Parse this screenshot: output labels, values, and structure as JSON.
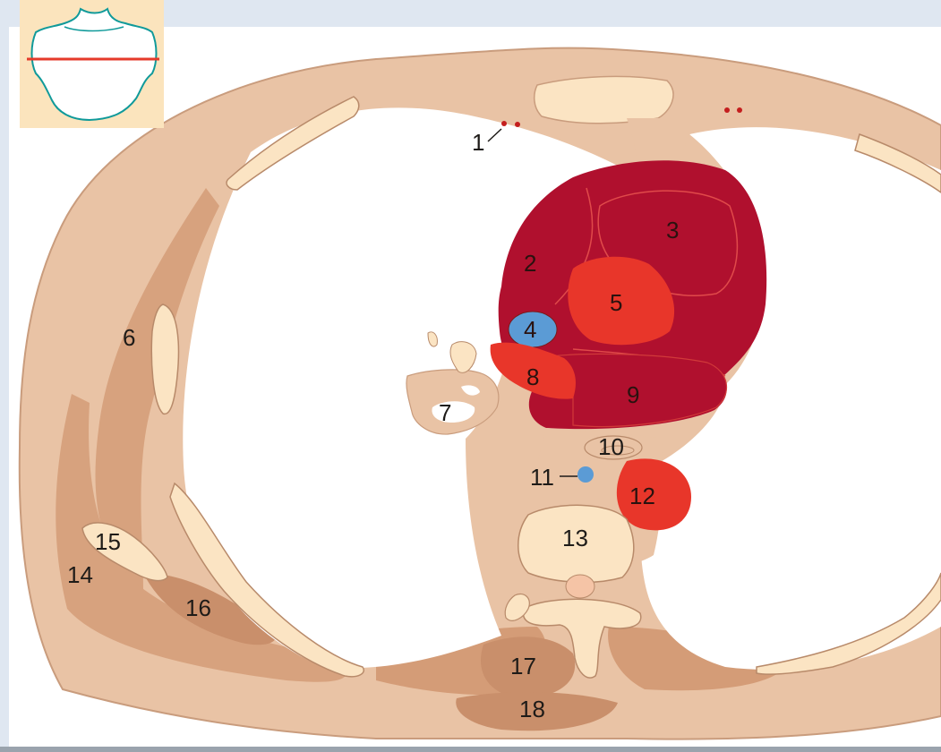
{
  "diagram": {
    "colors": {
      "background": "#dfe7f1",
      "tissue": "#e9c3a5",
      "tissue_outline": "#c99c7d",
      "muscle": "#d7a27e",
      "bone": "#fbe4c3",
      "lung": "#ffffff",
      "heart": "#b0102e",
      "artery": "#e8362a",
      "vein": "#5b9bd5",
      "inset_bg": "#fbe4bd",
      "inset_line": "#109a9a",
      "inset_cut": "#e53a2a"
    },
    "labels": [
      {
        "id": "1",
        "text": "1"
      },
      {
        "id": "2",
        "text": "2"
      },
      {
        "id": "3",
        "text": "3"
      },
      {
        "id": "4",
        "text": "4"
      },
      {
        "id": "5",
        "text": "5"
      },
      {
        "id": "6",
        "text": "6"
      },
      {
        "id": "7",
        "text": "7"
      },
      {
        "id": "8",
        "text": "8"
      },
      {
        "id": "9",
        "text": "9"
      },
      {
        "id": "10",
        "text": "10"
      },
      {
        "id": "11",
        "text": "11"
      },
      {
        "id": "12",
        "text": "12"
      },
      {
        "id": "13",
        "text": "13"
      },
      {
        "id": "14",
        "text": "14"
      },
      {
        "id": "15",
        "text": "15"
      },
      {
        "id": "16",
        "text": "16"
      },
      {
        "id": "17",
        "text": "17"
      },
      {
        "id": "18",
        "text": "18"
      }
    ]
  }
}
